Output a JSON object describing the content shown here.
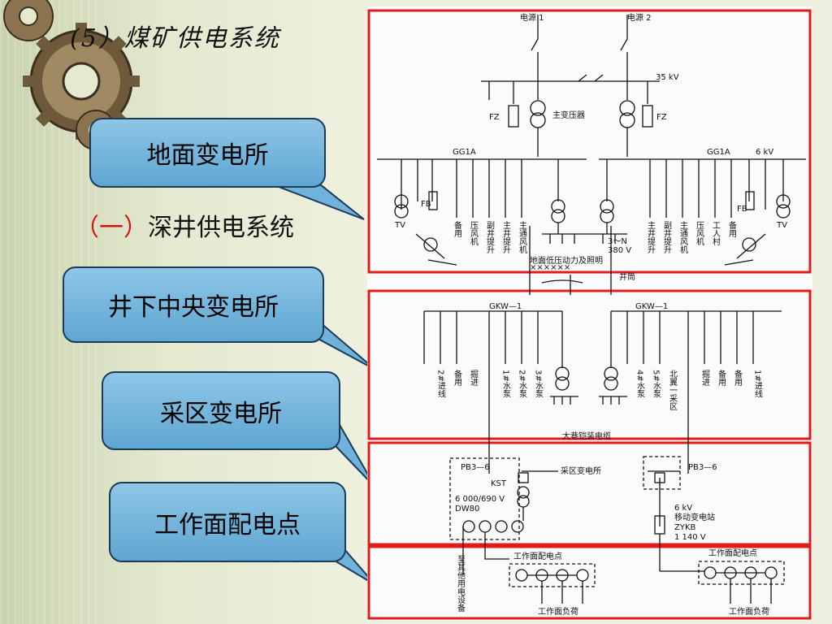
{
  "slide": {
    "title": "(5）煤矿供电系统",
    "subtitle_paren": "（一）",
    "subtitle_text": "深井供电系统"
  },
  "bubbles": {
    "ground_substation": "地面变电所",
    "central_substation": "井下中央变电所",
    "district_substation": "采区变电所",
    "workface_point": "工作面配电点"
  },
  "diagram": {
    "source1": "电源 1",
    "source2": "电源 2",
    "kv35": "35 kV",
    "main_transformer": "主变压器",
    "fz_left": "FZ",
    "fz_right": "FZ",
    "gg1a_left": "GG1A",
    "gg1a_right": "GG1A",
    "kv6_top": "6 kV",
    "fb_left": "FB",
    "fb_right": "FB",
    "tv_left": "TV",
    "tv_right": "TV",
    "ground_loads_left": [
      "备用",
      "压风机",
      "副井提升",
      "主井提升",
      "主通风机"
    ],
    "ground_loads_right": [
      "主井提升",
      "副井提升",
      "主通风机",
      "压风机",
      "工人村",
      "备用"
    ],
    "low_voltage_3n": "3～N",
    "low_voltage_380": "380 V",
    "low_voltage_label": "地面低压动力及照明",
    "shaft": "井筒",
    "xmarks": "××××××",
    "gkw_left": "GKW—1",
    "gkw_right": "GKW—1",
    "under_loads_left": [
      "2#进线",
      "备用",
      "掘进",
      "1#水泵",
      "2#水泵",
      "3#水泵"
    ],
    "under_loads_right": [
      "4#水泵",
      "5#水泵",
      "北翼一采区",
      "掘进",
      "备用",
      "备用",
      "1#进线"
    ],
    "armored_cable": "大巷铠装电缆",
    "pb_left": "PB3—6",
    "pb_right": "PB3—6",
    "kst": "KST",
    "district_label": "采区变电所",
    "voltage_690": "6 000/690 V",
    "dw80": "DW80",
    "kv6_mobile": "6 kV",
    "mobile_station": "移动变电站",
    "zykb": "ZYKB",
    "voltage_1140": "1 140 V",
    "other_equipment": "至其他用电设备",
    "workface_point_left": "工作面配电点",
    "workface_point_right": "工作面配电点",
    "workface_load_left": "工作面负荷",
    "workface_load_right": "工作面负荷"
  }
}
